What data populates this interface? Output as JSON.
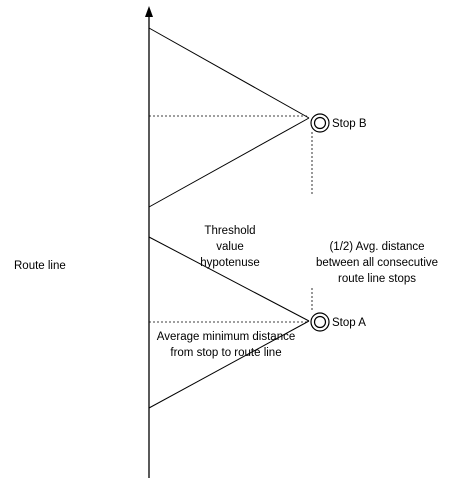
{
  "labels": {
    "route_line": "Route line",
    "stop_b": "Stop B",
    "stop_a": "Stop A",
    "threshold": [
      "Threshold",
      "value",
      "hypotenuse"
    ],
    "half_avg_distance": [
      "(1/2) Avg. distance",
      "between all consecutive",
      "route line stops"
    ],
    "avg_min_distance": [
      "Average minimum distance",
      "from stop to route line"
    ]
  },
  "colors": {
    "line": "#000000",
    "background": "#ffffff"
  }
}
